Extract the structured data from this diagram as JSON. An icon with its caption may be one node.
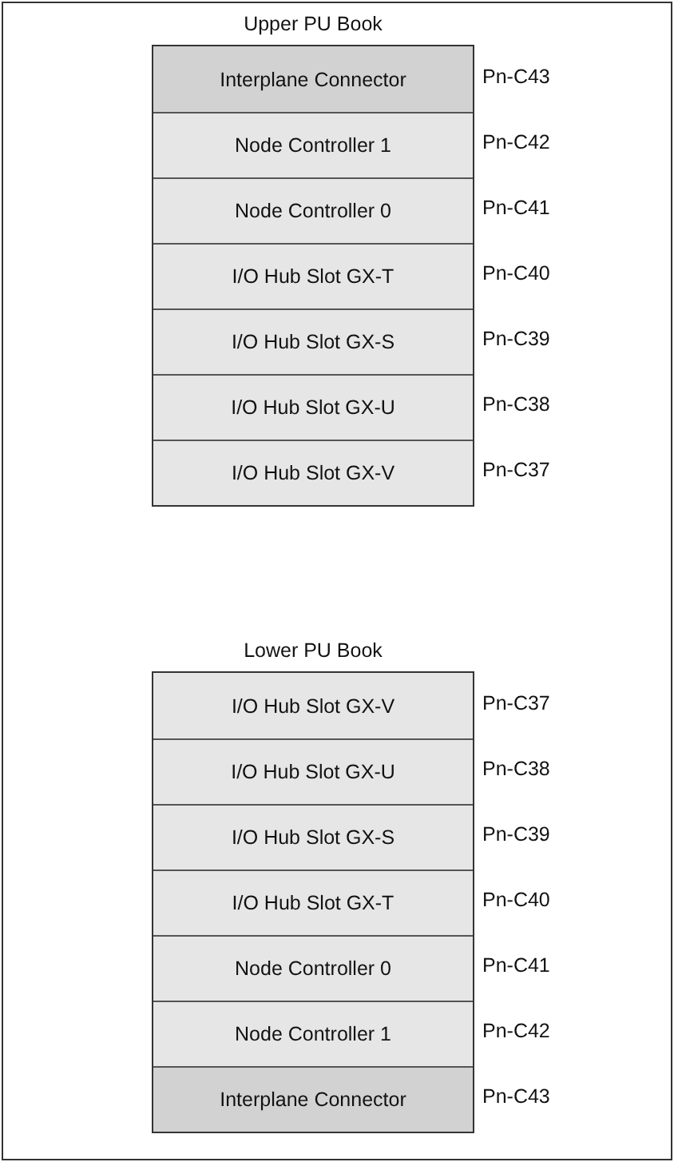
{
  "diagram": {
    "nodes": [
      {
        "text": [
          "Upper PU Book"
        ]
      },
      {
        "text": [
          "Interplane Connector"
        ],
        "in": 0,
        "beside": [
          "Pn-C43"
        ]
      },
      {
        "text": [
          "Node Controller 1"
        ],
        "in": 0,
        "beside": [
          "Pn-C42"
        ]
      },
      {
        "text": [
          "Node Controller 0"
        ],
        "in": 0,
        "beside": [
          "Pn-C41"
        ]
      },
      {
        "text": [
          "I/O Hub Slot GX-T"
        ],
        "in": 0,
        "beside": [
          "Pn-C40"
        ]
      },
      {
        "text": [
          "I/O Hub Slot GX-S"
        ],
        "in": 0,
        "beside": [
          "Pn-C39"
        ]
      },
      {
        "text": [
          "I/O Hub Slot GX-U"
        ],
        "in": 0,
        "beside": [
          "Pn-C38"
        ]
      },
      {
        "text": [
          "I/O Hub Slot GX-V"
        ],
        "in": 0,
        "beside": [
          "Pn-C37"
        ]
      },
      {
        "text": [
          "Lower PU Book"
        ]
      },
      {
        "text": [
          "I/O Hub Slot GX-V"
        ],
        "in": 8,
        "beside": [
          "Pn-C37"
        ]
      },
      {
        "text": [
          "I/O Hub Slot GX-U"
        ],
        "in": 8,
        "beside": [
          "Pn-C38"
        ]
      },
      {
        "text": [
          "I/O Hub Slot GX-S"
        ],
        "in": 8,
        "beside": [
          "Pn-C39"
        ]
      },
      {
        "text": [
          "I/O Hub Slot GX-T"
        ],
        "in": 8,
        "beside": [
          "Pn-C40"
        ]
      },
      {
        "text": [
          "Node Controller 0"
        ],
        "in": 8,
        "beside": [
          "Pn-C41"
        ]
      },
      {
        "text": [
          "Node Controller 1"
        ],
        "in": 8,
        "beside": [
          "Pn-C42"
        ]
      },
      {
        "text": [
          "Interplane Connector"
        ],
        "in": 8,
        "beside": [
          "Pn-C43"
        ]
      }
    ]
  }
}
